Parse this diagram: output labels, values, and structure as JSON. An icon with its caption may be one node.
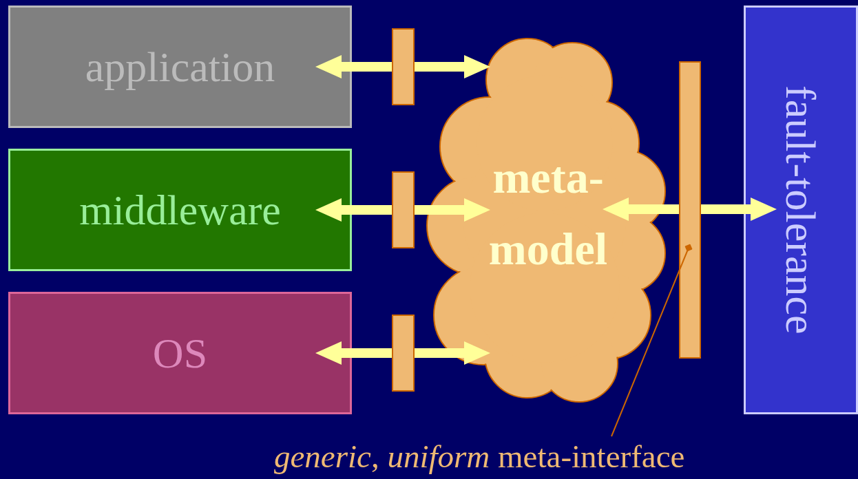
{
  "diagram": {
    "nodes": [
      {
        "text": [
          "application"
        ]
      },
      {
        "text": [
          "middleware"
        ]
      },
      {
        "text": [
          "OS"
        ]
      },
      {
        "text": [
          "meta- model"
        ]
      },
      {
        "text": [
          "fault-tolerance"
        ]
      },
      {
        "text": [],
        "shape": "bar"
      },
      {
        "text": [],
        "shape": "bar"
      },
      {
        "text": [],
        "shape": "bar"
      },
      {
        "text": [],
        "shape": "bar"
      },
      {
        "text": [
          "*generic*, *uniform* meta-interface"
        ]
      }
    ],
    "edges": [
      {
        "from": 5,
        "to": 0,
        "arrow": "to"
      },
      {
        "from": 5,
        "to": 3,
        "arrow": "to"
      },
      {
        "from": 6,
        "to": 1,
        "arrow": "to"
      },
      {
        "from": 6,
        "to": 3,
        "arrow": "to"
      },
      {
        "from": 7,
        "to": 2,
        "arrow": "to"
      },
      {
        "from": 7,
        "to": 3,
        "arrow": "to"
      },
      {
        "from": 8,
        "to": 3,
        "arrow": "to"
      },
      {
        "from": 8,
        "to": 4,
        "arrow": "to"
      },
      {
        "from": 9,
        "to": 8,
        "arrow": "other",
        "color": "#cc6600"
      }
    ]
  }
}
